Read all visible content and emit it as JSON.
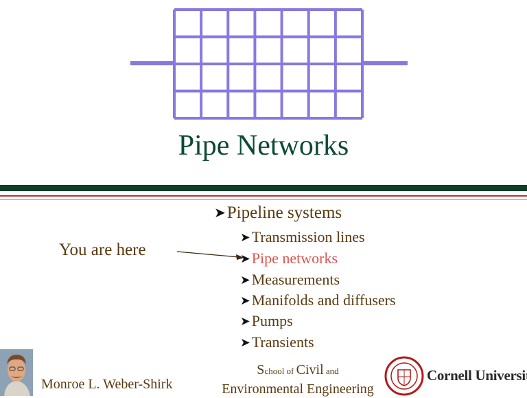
{
  "slide": {
    "title": "Pipe Networks",
    "you_are_here": "You are here",
    "main_bullet": "Pipeline systems",
    "sub_bullets": [
      "Transmission lines",
      "Pipe networks",
      "Measurements",
      "Manifolds and diffusers",
      "Pumps",
      "Transients"
    ],
    "active_index": 1,
    "author": "Monroe L. Weber-Shirk",
    "school": {
      "s": "S",
      "chool_of": "chool of ",
      "civil": "Civil",
      "and": " and",
      "line2": "Environmental Engineering"
    },
    "university": "Cornell University"
  },
  "colors": {
    "title": "#0d4a33",
    "text": "#5a3a10",
    "active": "#d9534f",
    "pipe": "#8878e0",
    "rule_dark": "#123e28",
    "rule_red": "#c0312b"
  },
  "icons": {
    "bullet": "chevron-right-icon",
    "portrait": "author-portrait",
    "seal": "cornell-seal-icon"
  }
}
